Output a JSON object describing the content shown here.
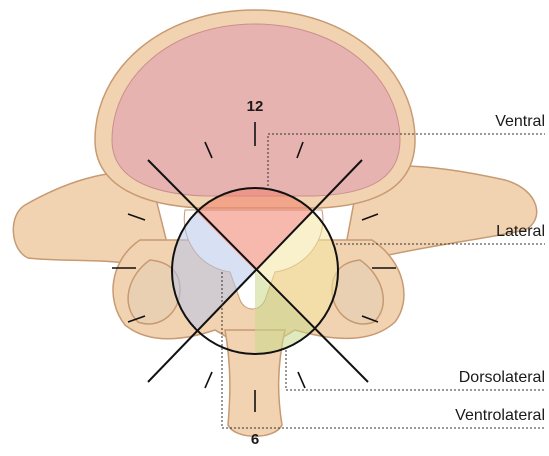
{
  "clock": {
    "top": "12",
    "bottom": "6"
  },
  "regions": [
    {
      "label": "Ventral",
      "color": "#f0806c"
    },
    {
      "label": "Lateral",
      "color": "#f4e6a0"
    },
    {
      "label": "Dorsolateral",
      "color": "#c8d98a"
    },
    {
      "label": "Ventrolateral",
      "color": "#b9c7ea"
    }
  ],
  "colors": {
    "vertebral_body": "#e7b3b1",
    "bone": "#f2d3b1",
    "bone_outline": "#c79a72",
    "lines": "#111111"
  }
}
